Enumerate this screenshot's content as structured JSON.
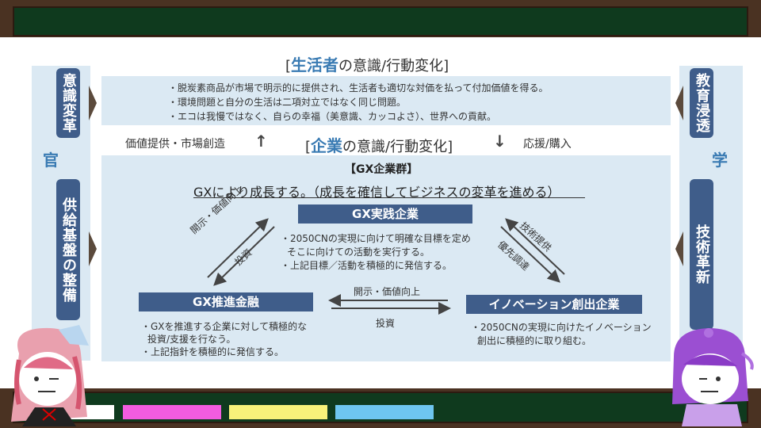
{
  "top_title": {
    "bracket_open": "[",
    "highlight": "生活者",
    "rest": "の意識/行動変化",
    "bracket_close": "]"
  },
  "top_bullets": [
    "・脱炭素商品が市場で明示的に提供され、生活者も適切な対価を払って付加価値を得る。",
    "・環境問題と自分の生活は二項対立ではなく同じ問題。",
    "・エコは我慢ではなく、自らの幸福（美意識、カッコよさ）、世界への貢献。"
  ],
  "left_labels": {
    "top": "意識変革",
    "center": "官",
    "bottom": "供給基盤の整備"
  },
  "right_labels": {
    "top": "教育浸透",
    "center": "学",
    "bottom": "技術革新"
  },
  "middle_row": {
    "left_text": "価値提供・市場創造",
    "right_text": "応援/購入",
    "up_arrow": "↑",
    "down_arrow": "↓"
  },
  "company_title": {
    "bracket_open": "[",
    "highlight": "企業",
    "rest": "の意識/行動変化",
    "bracket_close": "]"
  },
  "group": {
    "name": "【GX企業群】",
    "description": "GXにより成長する。（成長を確信してビジネスの変革を進める）"
  },
  "practice": {
    "header": "GX実践企業",
    "lines": [
      "・2050CNの実現に向けて明確な目標を定め",
      "そこに向けての活動を実行する。",
      "・上記目標／活動を積極的に発信する。"
    ]
  },
  "finance": {
    "header": "GX推進金融",
    "lines": [
      "・GXを推進する企業に対して積極的な",
      "投資/支援を行なう。",
      "・上記指針を積極的に発信する。"
    ]
  },
  "innovation": {
    "header": "イノベーション創出企業",
    "lines": [
      "・2050CNの実現に向けたイノベーション",
      "創出に積極的に取り組む。"
    ]
  },
  "arrow_labels": {
    "left_upper": "開示・価値向上",
    "left_lower": "投資",
    "right_upper": "技術提供",
    "right_lower": "優先調達",
    "bottom_upper": "開示・価値向上",
    "bottom_lower": "投資"
  },
  "colors": {
    "accent_blue": "#3a7bb3",
    "header_blue": "#3f5d8a",
    "panel": "#dbe9f3",
    "chalkboard": "#0f3a1e",
    "frame": "#4a3222"
  },
  "chalk_colors": [
    "#ffffff",
    "#f25ce0",
    "#f8f27a",
    "#6ec6f0"
  ]
}
